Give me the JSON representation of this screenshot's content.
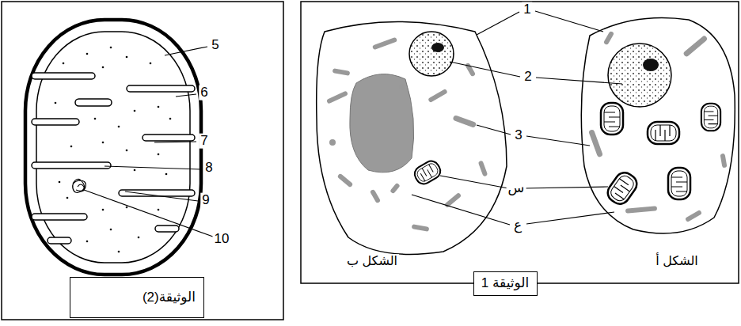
{
  "diagram": {
    "nodes": [
      {
        "text": [
          "الوثيقة 1"
        ]
      },
      {
        "text": [
          "الوثيقة(2)"
        ]
      }
    ],
    "labels": [
      "5",
      "6",
      "7",
      "8",
      "9",
      "10",
      "1",
      "2",
      "3",
      "س",
      "ع",
      "الشكل ب",
      "الشكل أ"
    ]
  }
}
